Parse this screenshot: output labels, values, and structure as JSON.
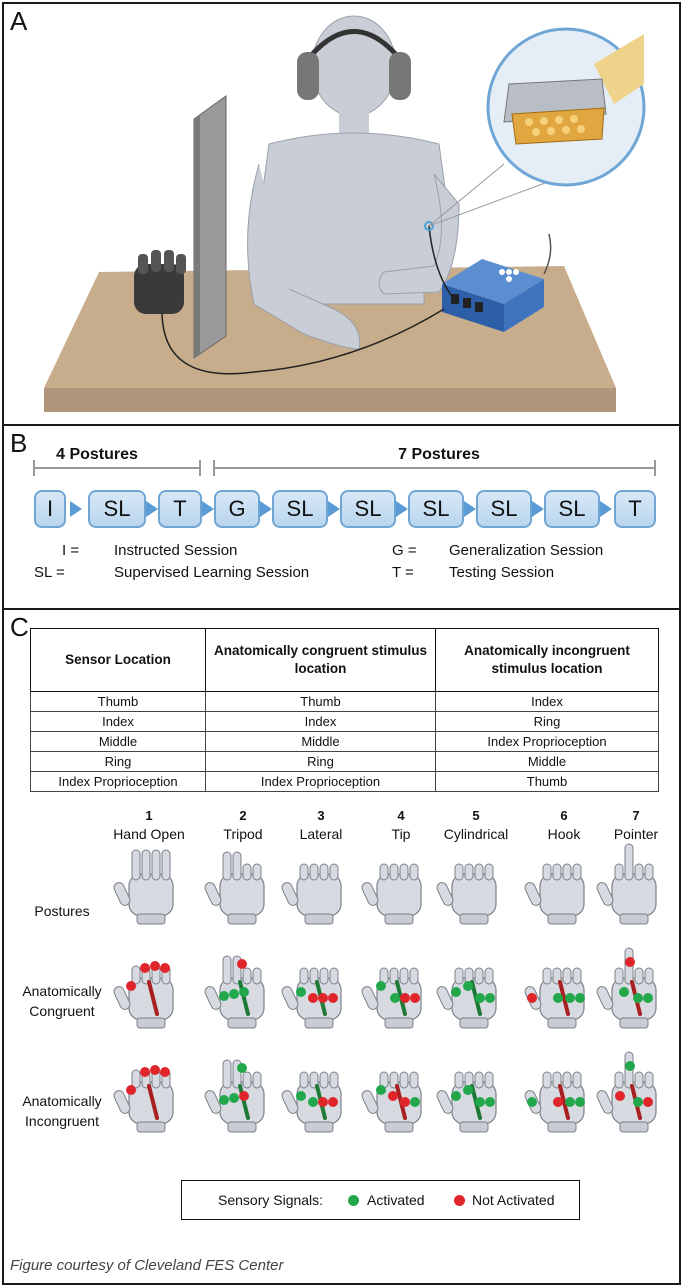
{
  "panels": {
    "a": "A",
    "b": "B",
    "c": "C"
  },
  "panel_b": {
    "group1_label": "4 Postures",
    "group2_label": "7 Postures",
    "sessions": [
      "I",
      "SL",
      "T",
      "G",
      "SL",
      "SL",
      "SL",
      "SL",
      "SL",
      "T"
    ],
    "legend": [
      {
        "abbr": "I =",
        "text": "Instructed Session"
      },
      {
        "abbr": "SL =",
        "text": "Supervised Learning Session"
      },
      {
        "abbr": "G =",
        "text": "Generalization Session"
      },
      {
        "abbr": "T =",
        "text": "Testing Session"
      }
    ],
    "box_color": "#bcd7ef",
    "box_border": "#6fa6d6"
  },
  "table": {
    "headers": [
      "Sensor Location",
      "Anatomically congruent stimulus location",
      "Anatomically incongruent stimulus location"
    ],
    "rows": [
      [
        "Thumb",
        "Thumb",
        "Index"
      ],
      [
        "Index",
        "Index",
        "Ring"
      ],
      [
        "Middle",
        "Middle",
        "Index Proprioception"
      ],
      [
        "Ring",
        "Ring",
        "Middle"
      ],
      [
        "Index Proprioception",
        "Index Proprioception",
        "Thumb"
      ]
    ]
  },
  "grasps": [
    {
      "num": "1",
      "name": "Hand Open"
    },
    {
      "num": "2",
      "name": "Tripod"
    },
    {
      "num": "3",
      "name": "Lateral"
    },
    {
      "num": "4",
      "name": "Tip"
    },
    {
      "num": "5",
      "name": "Cylindrical"
    },
    {
      "num": "6",
      "name": "Hook"
    },
    {
      "num": "7",
      "name": "Pointer"
    }
  ],
  "row_labels": {
    "postures": "Postures",
    "congruent": "Anatomically Congruent",
    "incongruent": "Anatomically Incongruent"
  },
  "legend": {
    "title": "Sensory Signals:",
    "activated": "Activated",
    "not_activated": "Not Activated",
    "activated_color": "#22a84a",
    "not_activated_color": "#e0262b"
  },
  "credit": "Figure courtesy of Cleveland FES Center"
}
